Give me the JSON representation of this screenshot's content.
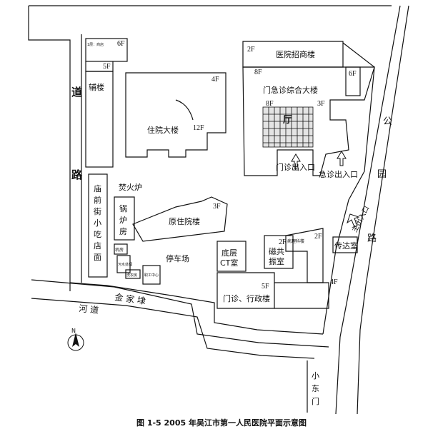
{
  "map": {
    "roads": {
      "dao_lu": [
        "道",
        "路"
      ],
      "gong_yuan_lu": [
        "公",
        "园",
        "路"
      ],
      "jin_jia_dai": "金 家 埭",
      "he_dao": "河 道",
      "xiao_dong_men": [
        "小",
        "东",
        "门"
      ]
    },
    "buildings": {
      "fu_lou": "辅楼",
      "miao_qian_jie": [
        "庙",
        "前",
        "街",
        "小",
        "吃",
        "店",
        "面"
      ],
      "inpatient": "住院大楼",
      "recruit": "医院招商楼",
      "emergency_complex": "门急诊综合大楼",
      "hall": "厅",
      "old_inpatient": "原住院楼",
      "boiler": [
        "锅",
        "炉",
        "房"
      ],
      "incinerator": "焚火炉",
      "parking": "停车场",
      "ct_room": [
        "底层",
        "CT室"
      ],
      "mri_room": [
        "磁共",
        "振室"
      ],
      "outpatient_admin": "门诊、行政楼",
      "reception": "传达室",
      "pathology": "病理科楼",
      "sewage": "污水处理",
      "laundry": "洗衣房",
      "staff_center": "职工中心",
      "machine_room": "机房"
    },
    "floors": {
      "shop_6f": "6F",
      "fu_lou_5f": "5F",
      "inpatient_4f": "4F",
      "inpatient_12f": "12F",
      "recruit_2f": "2F",
      "complex_8f": "8F",
      "complex_6f": "6F",
      "complex_8f_low": "8F",
      "complex_3f": "3F",
      "old_inpatient_3f": "3F",
      "mri_2f": "2F",
      "pathology_2f": "2F",
      "admin_5f": "5F",
      "admin_4f": "4F"
    },
    "notes": {
      "shop_note": [
        "1层：商店"
      ]
    },
    "entrances": {
      "outpatient_exit": "门诊出入口",
      "emergency_exit": "急诊出入口",
      "main_exit": "主出入口"
    },
    "compass": "N"
  },
  "caption": "图 1-5   2005 年吴江市第一人民医院平面示意图",
  "colors": {
    "ink": "#111111",
    "paper": "#ffffff",
    "shade": "#dcdcdc"
  }
}
